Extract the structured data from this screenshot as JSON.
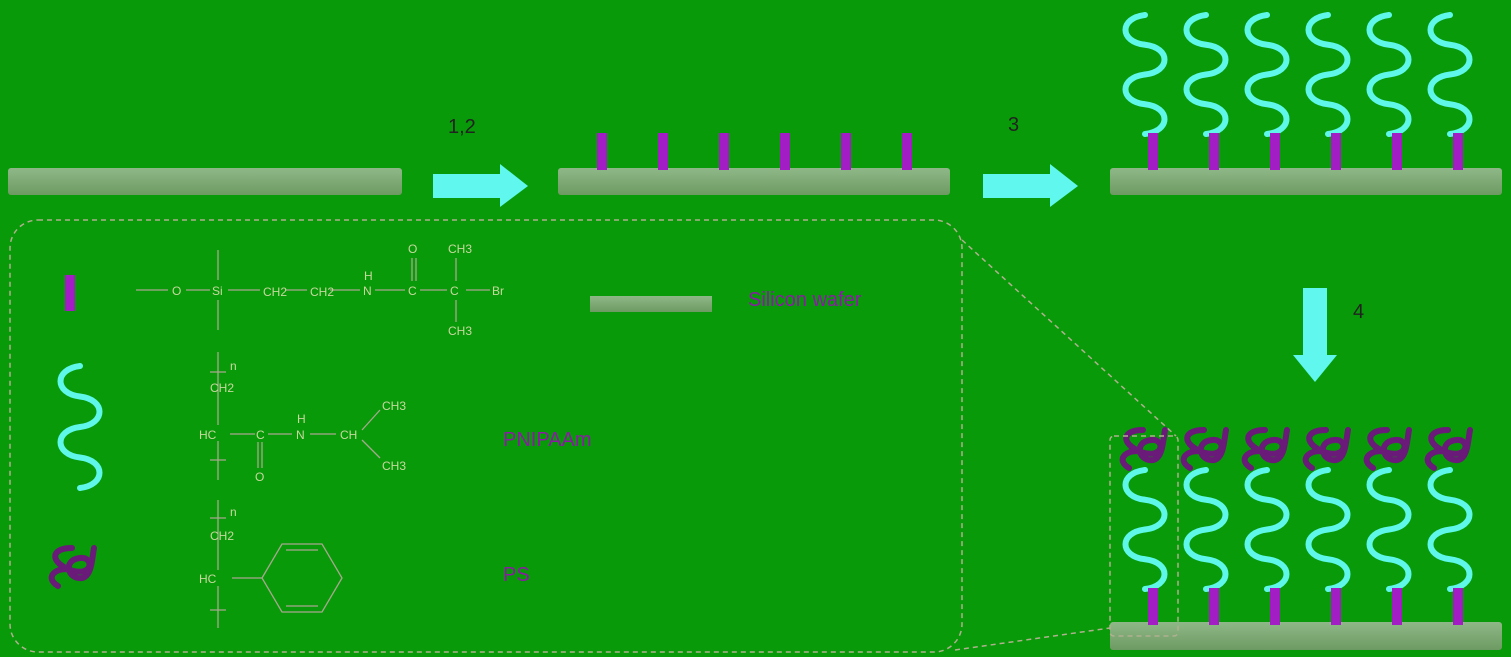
{
  "steps": {
    "s12": "1,2",
    "s3": "3",
    "s4": "4"
  },
  "legend": {
    "wafer": "Silicon wafer",
    "pnipaam": "PNIPAAm",
    "ps": "PS"
  },
  "chem_initiator": [
    "O",
    "Si",
    "CH2",
    "CH2",
    "N",
    "H",
    "C",
    "O",
    "C",
    "CH3",
    "CH3",
    "Br"
  ],
  "chem_pnipaam": [
    "n",
    "CH2",
    "HC",
    "C",
    "O",
    "N",
    "H",
    "CH",
    "CH3",
    "CH3"
  ],
  "chem_ps": [
    "n",
    "CH2",
    "HC"
  ],
  "colors": {
    "background": "#089a08",
    "wafer": "#7ea874",
    "initiator": "#a21ec4",
    "pnipaam": "#5ff7ea",
    "ps": "#6a1a78",
    "arrow": "#5ff7ee"
  }
}
